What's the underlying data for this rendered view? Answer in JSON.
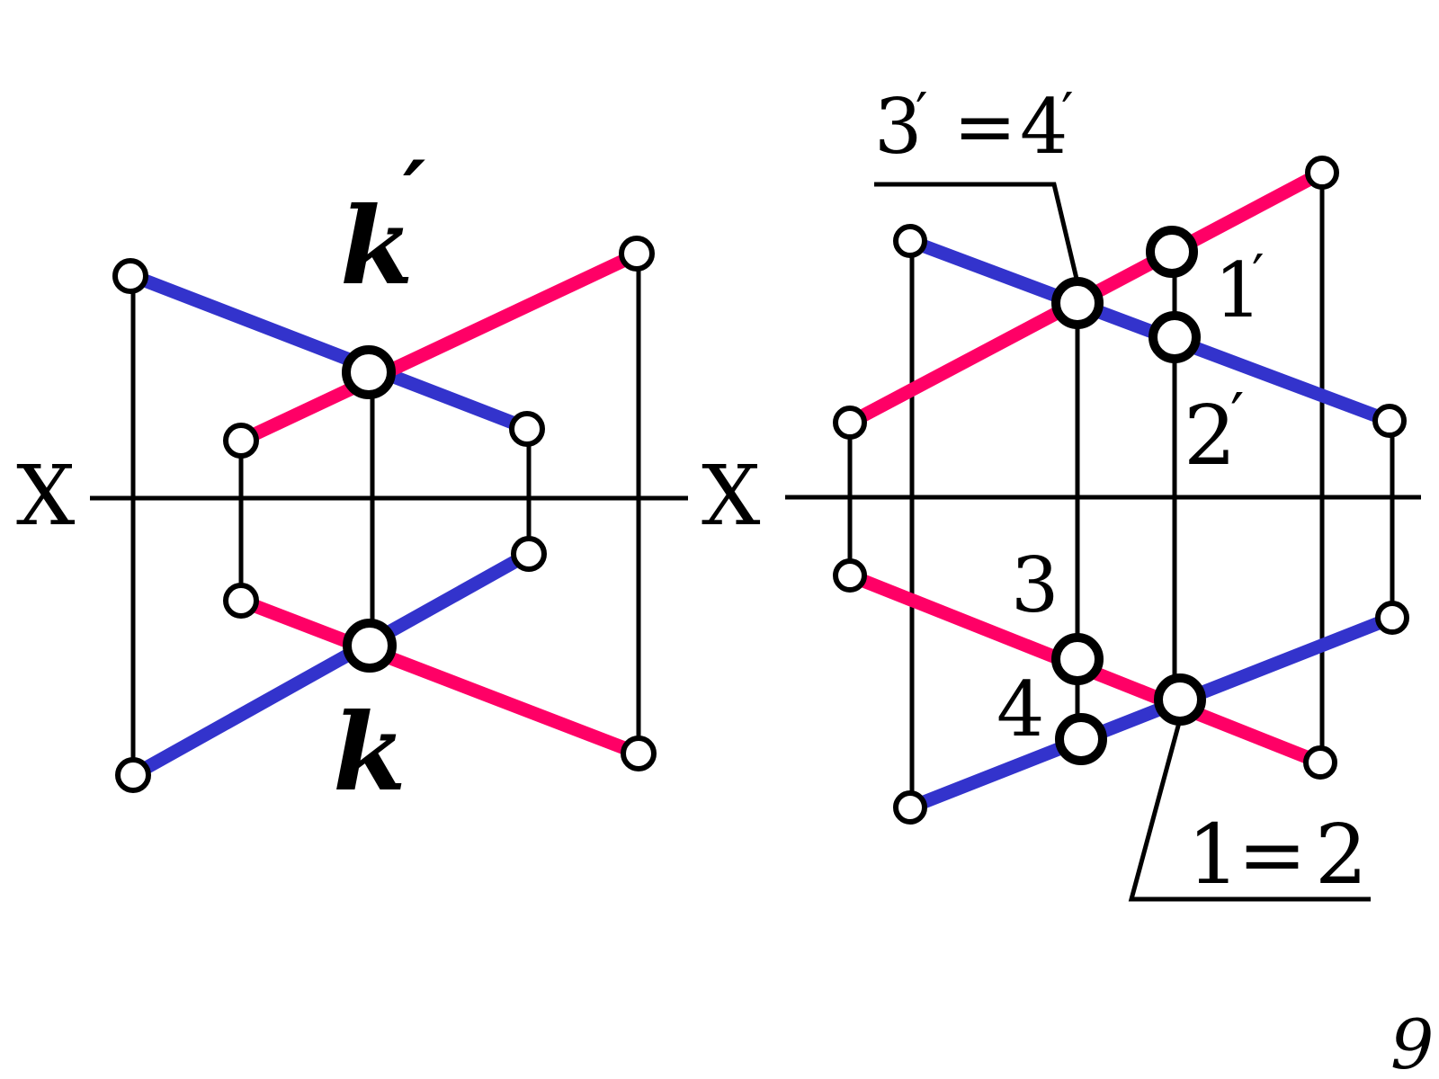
{
  "colors": {
    "red": "#ff0066",
    "blue": "#3333cc",
    "ink": "#000000"
  },
  "left_view": {
    "axis_label": "X",
    "label_front": "k",
    "label_front_prime": "′",
    "label_top": "k"
  },
  "right_view": {
    "axis_label": "X",
    "label_3p": "3",
    "label_eq_top": "=",
    "label_4p": "4",
    "prime": "′",
    "label_1p": "1",
    "label_2p": "2",
    "label_3": "3",
    "label_4": "4",
    "label_1": "1",
    "label_eq_bottom": "=",
    "label_2": "2"
  },
  "page_number": "9"
}
